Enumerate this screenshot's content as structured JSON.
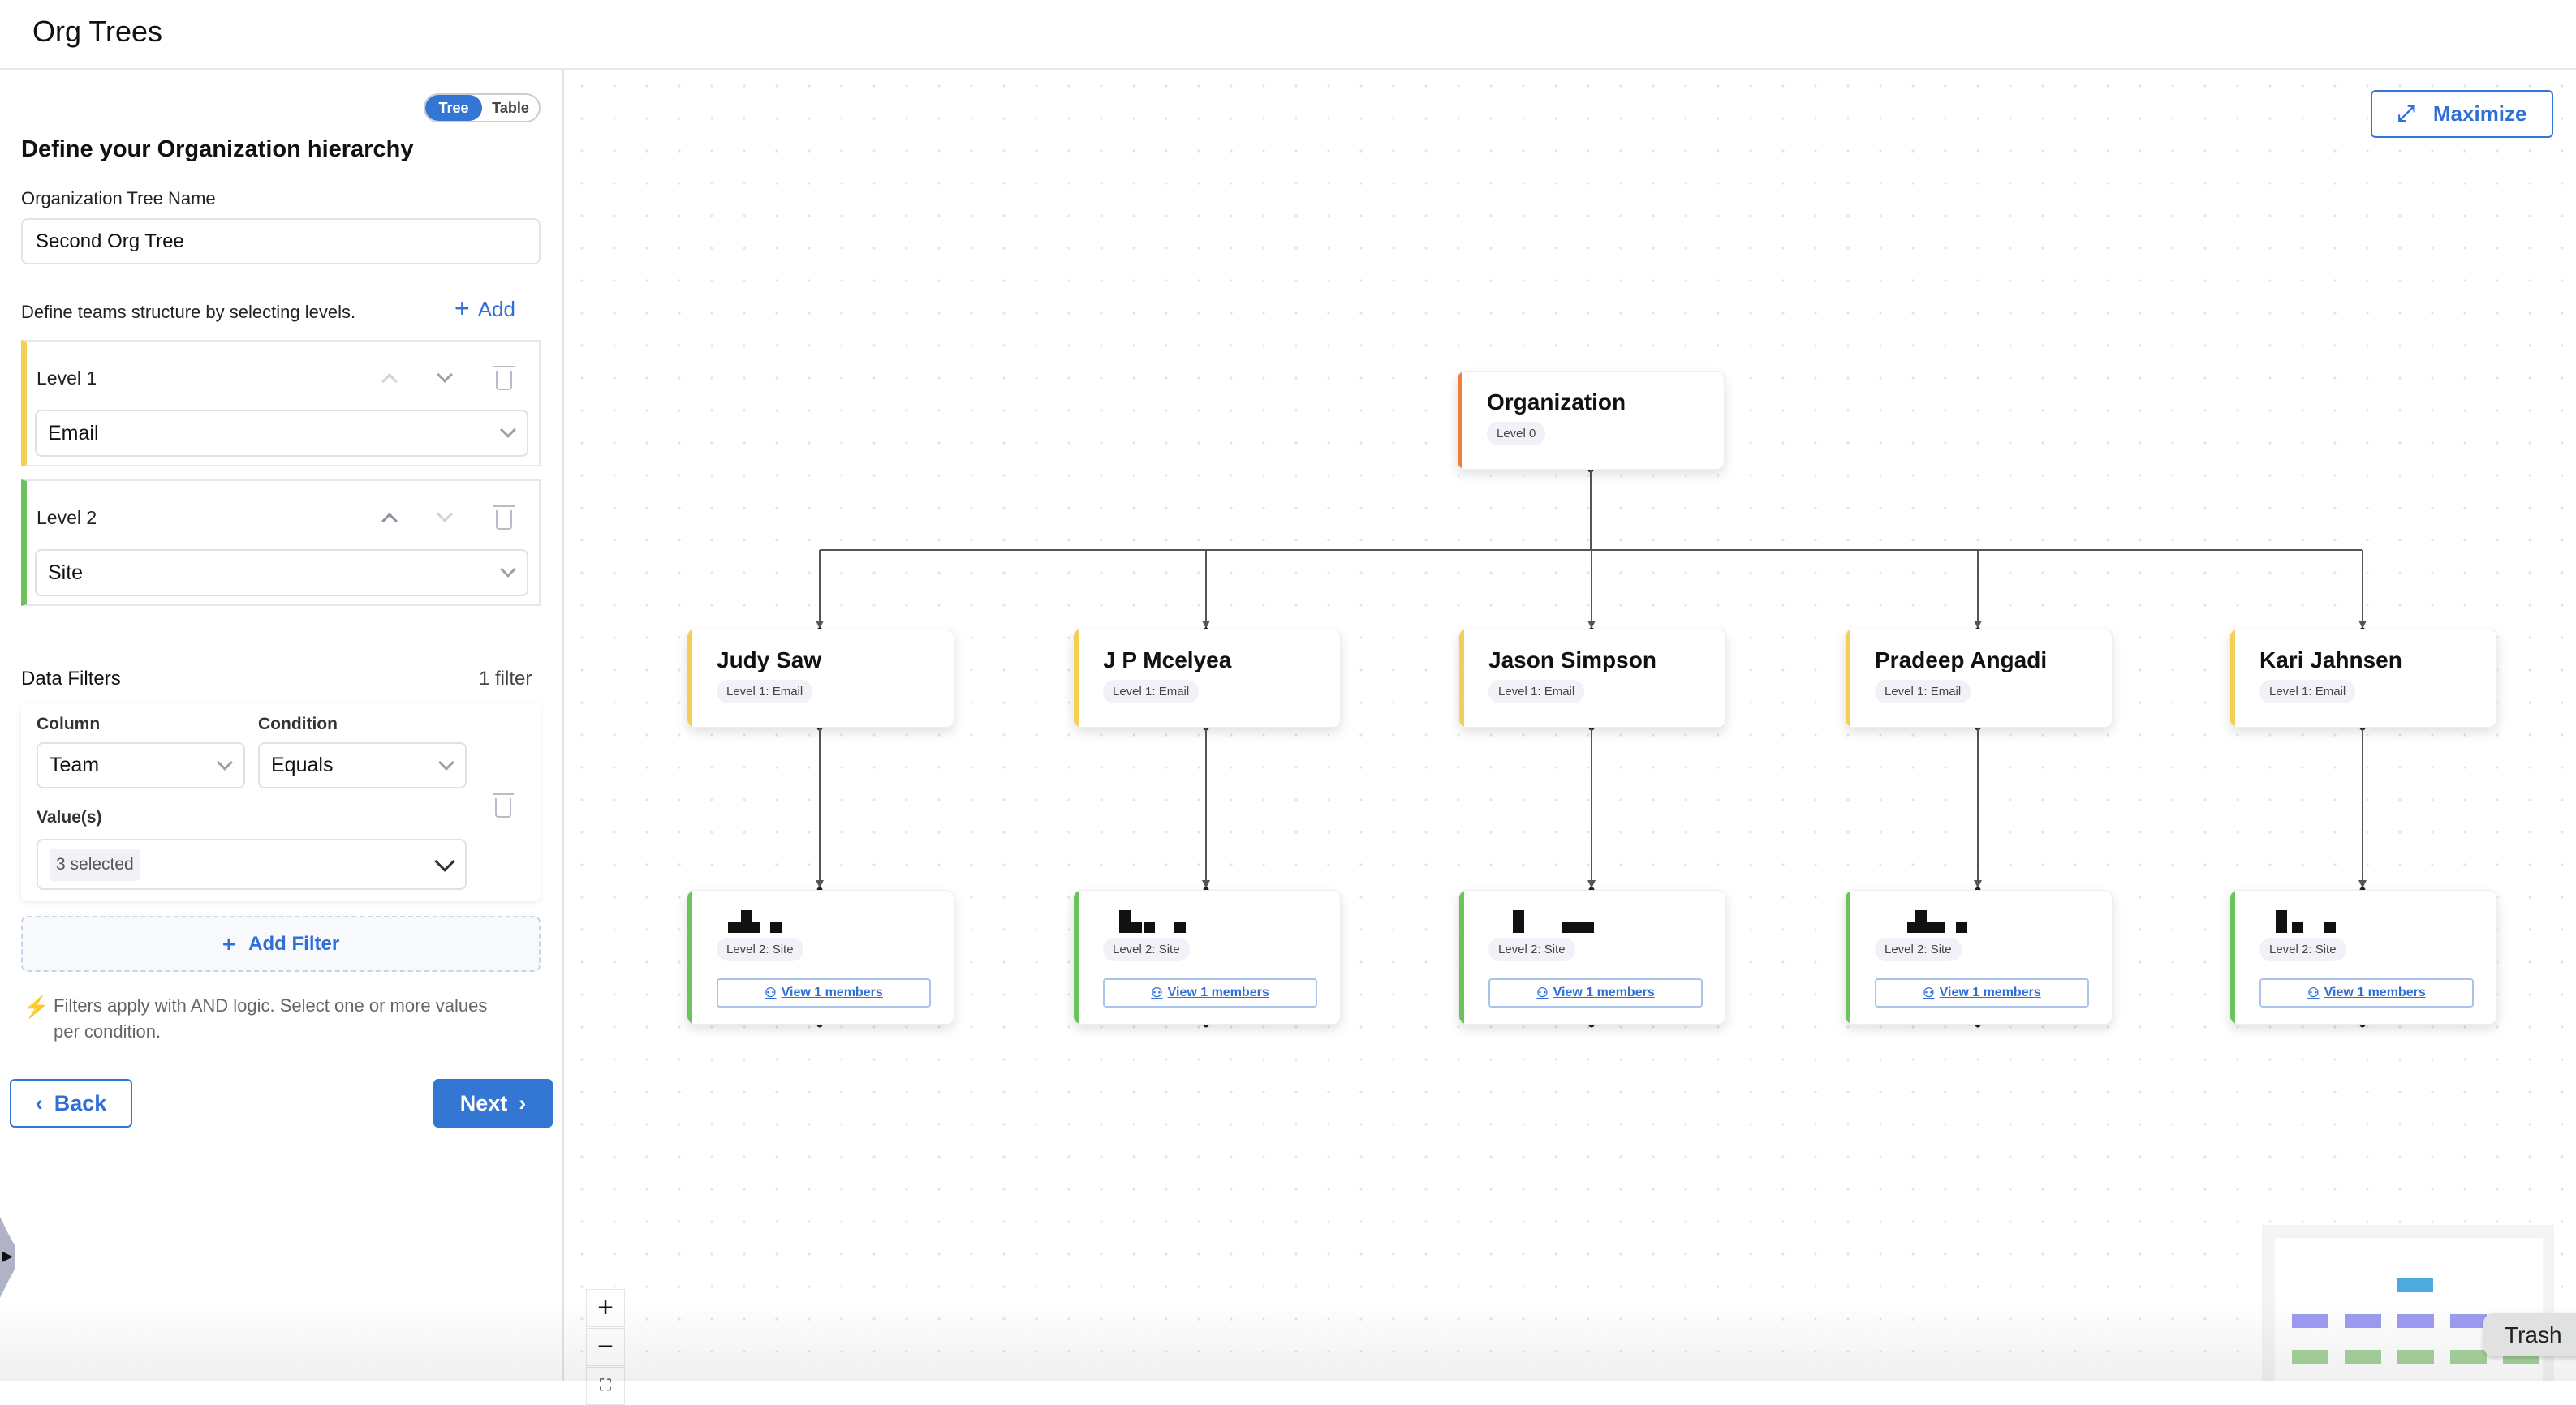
{
  "header": {
    "title": "Org Trees"
  },
  "sidebar": {
    "view_toggle": {
      "options": [
        "Tree",
        "Table"
      ],
      "selected": "Tree"
    },
    "heading": "Define your Organization hierarchy",
    "tree_name": {
      "label": "Organization Tree Name",
      "value": "Second Org Tree"
    },
    "levels_hint": "Define teams structure by selecting levels.",
    "add_label": "Add",
    "levels": [
      {
        "label": "Level 1",
        "value": "Email",
        "color": "#f4cf55"
      },
      {
        "label": "Level 2",
        "value": "Site",
        "color": "#6cc35e"
      }
    ],
    "filters": {
      "title": "Data Filters",
      "count": "1 filter",
      "column_label": "Column",
      "column_value": "Team",
      "condition_label": "Condition",
      "condition_value": "Equals",
      "values_label": "Value(s)",
      "values_value": "3 selected",
      "add_filter": "Add Filter",
      "info": "Filters apply with AND logic. Select one or more values per condition."
    },
    "back": "Back",
    "next": "Next"
  },
  "canvas": {
    "maximize": "Maximize",
    "root": {
      "name": "Organization",
      "badge": "Level 0",
      "color": "#f07f3c"
    },
    "level1": [
      {
        "name": "Judy Saw",
        "badge": "Level 1: Email"
      },
      {
        "name": "J P Mcelyea",
        "badge": "Level 1: Email"
      },
      {
        "name": "Jason Simpson",
        "badge": "Level 1: Email"
      },
      {
        "name": "Pradeep Angadi",
        "badge": "Level 1: Email"
      },
      {
        "name": "Kari Jahnsen",
        "badge": "Level 1: Email"
      }
    ],
    "level1_color": "#f4cf55",
    "level2_badge": "Level 2: Site",
    "level2_link": "View 1 members",
    "level2_color": "#6cc35e",
    "zoom": {
      "in": "+",
      "out": "−"
    },
    "minimap_colors": {
      "root": "#4eaade",
      "level1": "#9d9cf4",
      "level2": "#a7d39b"
    }
  },
  "tooltip": "Trash"
}
